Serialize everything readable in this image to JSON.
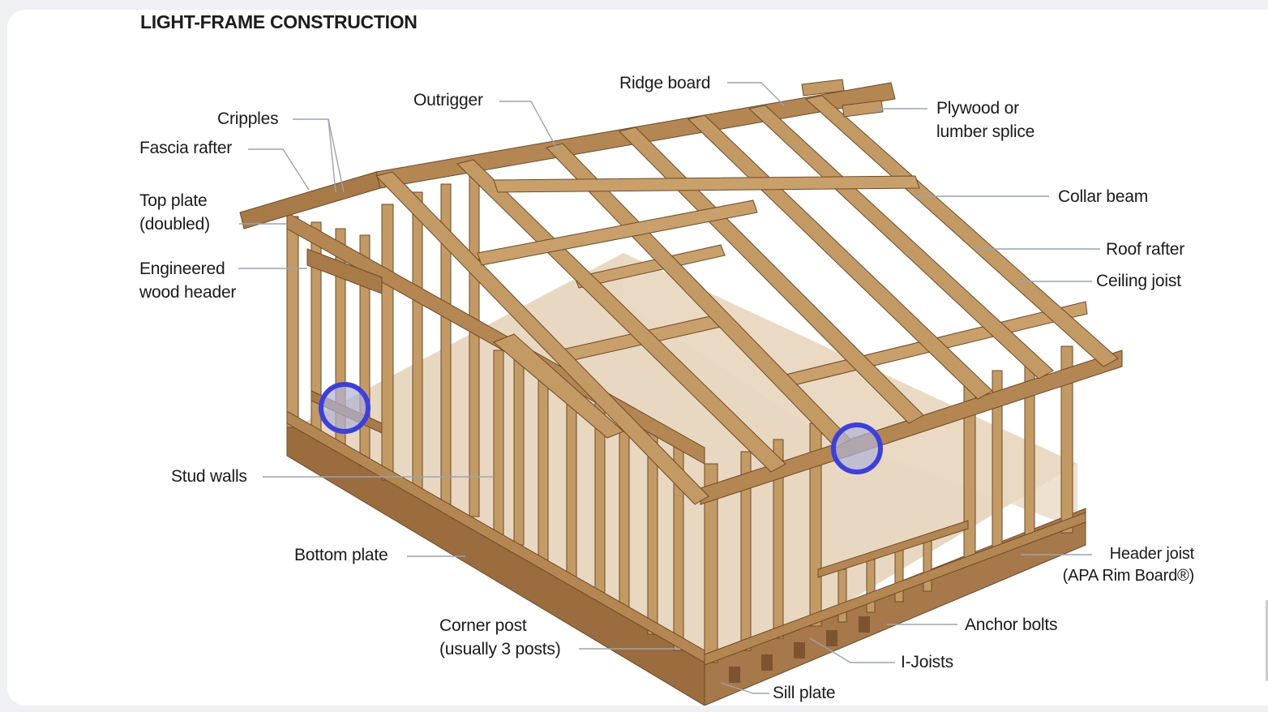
{
  "title": "LIGHT-FRAME CONSTRUCTION",
  "labels": {
    "ridge_board": "Ridge board",
    "outrigger": "Outrigger",
    "cripples": "Cripples",
    "fascia_rafter": "Fascia rafter",
    "top_plate": "Top plate\n(doubled)",
    "engineered_header": "Engineered\nwood header",
    "stud_walls": "Stud walls",
    "bottom_plate": "Bottom plate",
    "corner_post": "Corner post\n(usually 3 posts)",
    "plywood_splice": "Plywood or\nlumber splice",
    "collar_beam": "Collar beam",
    "roof_rafter": "Roof rafter",
    "ceiling_joist": "Ceiling joist",
    "header_joist": "Header joist\n(APA Rim Board®)",
    "anchor_bolts": "Anchor bolts",
    "i_joists": "I-Joists",
    "sill_plate": "Sill plate"
  },
  "colors": {
    "wood": "#c49a64",
    "wood_dark": "#8a5f33",
    "wood_edge": "#6e4a26",
    "floor": "#e8d8c2",
    "leader": "#9aa4b2",
    "marker": "#3b3fe0"
  }
}
